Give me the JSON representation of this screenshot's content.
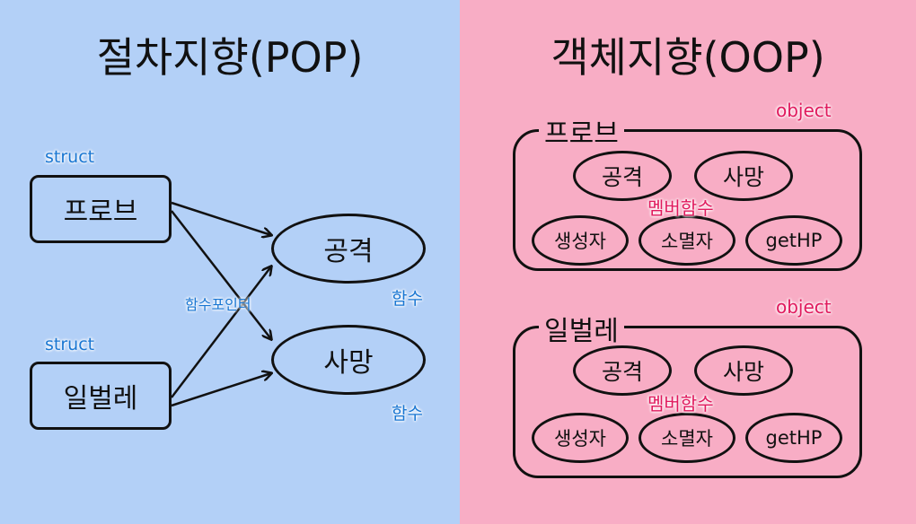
{
  "left_panel": {
    "title": "절차지향(POP)",
    "struct_label_1": "struct",
    "struct_label_2": "struct",
    "box_1": "프로브",
    "box_2": "일벌레",
    "func_1": "공격",
    "func_2": "사망",
    "func_tag_1": "함수",
    "func_tag_2": "함수",
    "pointer_label": "함수포인터",
    "bg_color": "#b3d0f7"
  },
  "right_panel": {
    "title": "객체지향(OOP)",
    "bg_color": "#f8adc5",
    "objects": [
      {
        "tag": "object",
        "name": "프로브",
        "member_label": "멤버함수",
        "top_methods": [
          "공격",
          "사망"
        ],
        "bottom_methods": [
          "생성자",
          "소멸자",
          "getHP"
        ]
      },
      {
        "tag": "object",
        "name": "일벌레",
        "member_label": "멤버함수",
        "top_methods": [
          "공격",
          "사망"
        ],
        "bottom_methods": [
          "생성자",
          "소멸자",
          "getHP"
        ]
      }
    ]
  }
}
